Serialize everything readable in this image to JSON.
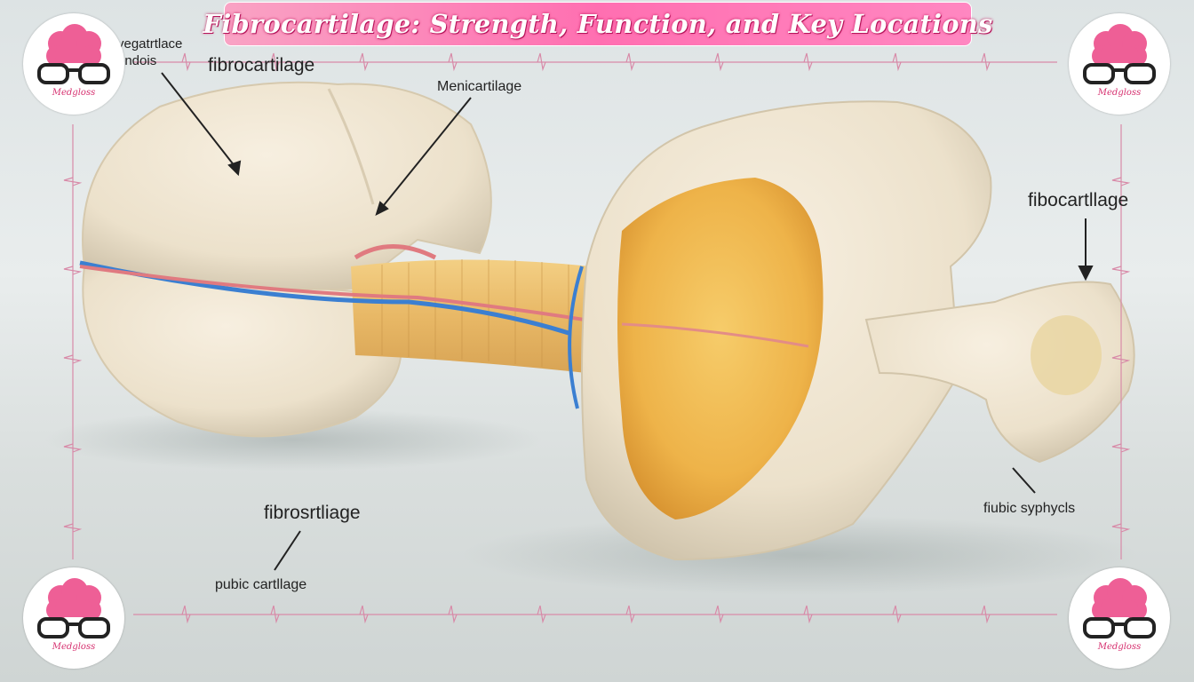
{
  "title": "Fibrocartilage: Strength, Function, and Key Locations",
  "logo": {
    "text": "Medgloss",
    "icon": "brain-with-glasses-icon"
  },
  "labels": {
    "top_left_small": "vegatrtlace\nondois",
    "top_left_large": "fibrocartilage",
    "meniscus": "Menicartilage",
    "right_top": "fibocartllage",
    "bottom_left_large": "fibrosrtliage",
    "bottom_left_small": "pubic cartllage",
    "bottom_right": "fiubic syphycls"
  },
  "colors": {
    "brand_pink": "#ff6fb1",
    "border_pink": "#d88aa8"
  }
}
